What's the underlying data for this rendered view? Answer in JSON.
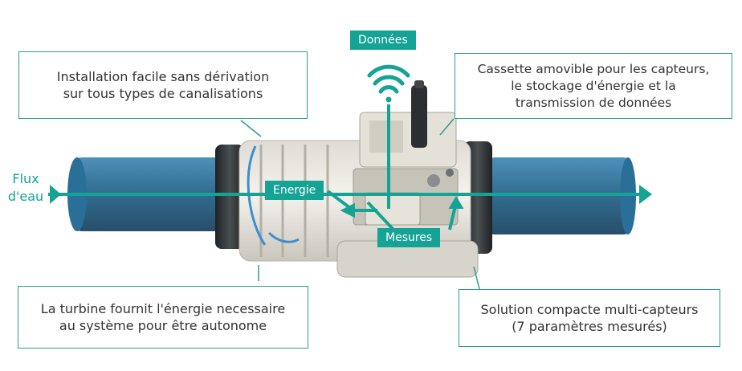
{
  "labels": {
    "donnees": "Données",
    "energie": "Energie",
    "mesures": "Mesures",
    "flux_line1": "Flux",
    "flux_line2": "d'eau"
  },
  "callouts": {
    "installation": [
      "Installation facile sans dérivation",
      "sur tous types de canalisations"
    ],
    "cassette": [
      "Cassette amovible pour les capteurs,",
      "le stockage d'énergie et la",
      "transmission de données"
    ],
    "turbine": [
      "La turbine fournit l'énergie necessaire",
      "au système pour être autonome"
    ],
    "solution": [
      "Solution compacte multi-capteurs",
      "(7 paramètres mesurés)"
    ]
  },
  "colors": {
    "teal": "#14a394",
    "pipe_blue": "#1f5f86",
    "body_white": "#e9e7e1",
    "flange_dark": "#2f3335"
  }
}
